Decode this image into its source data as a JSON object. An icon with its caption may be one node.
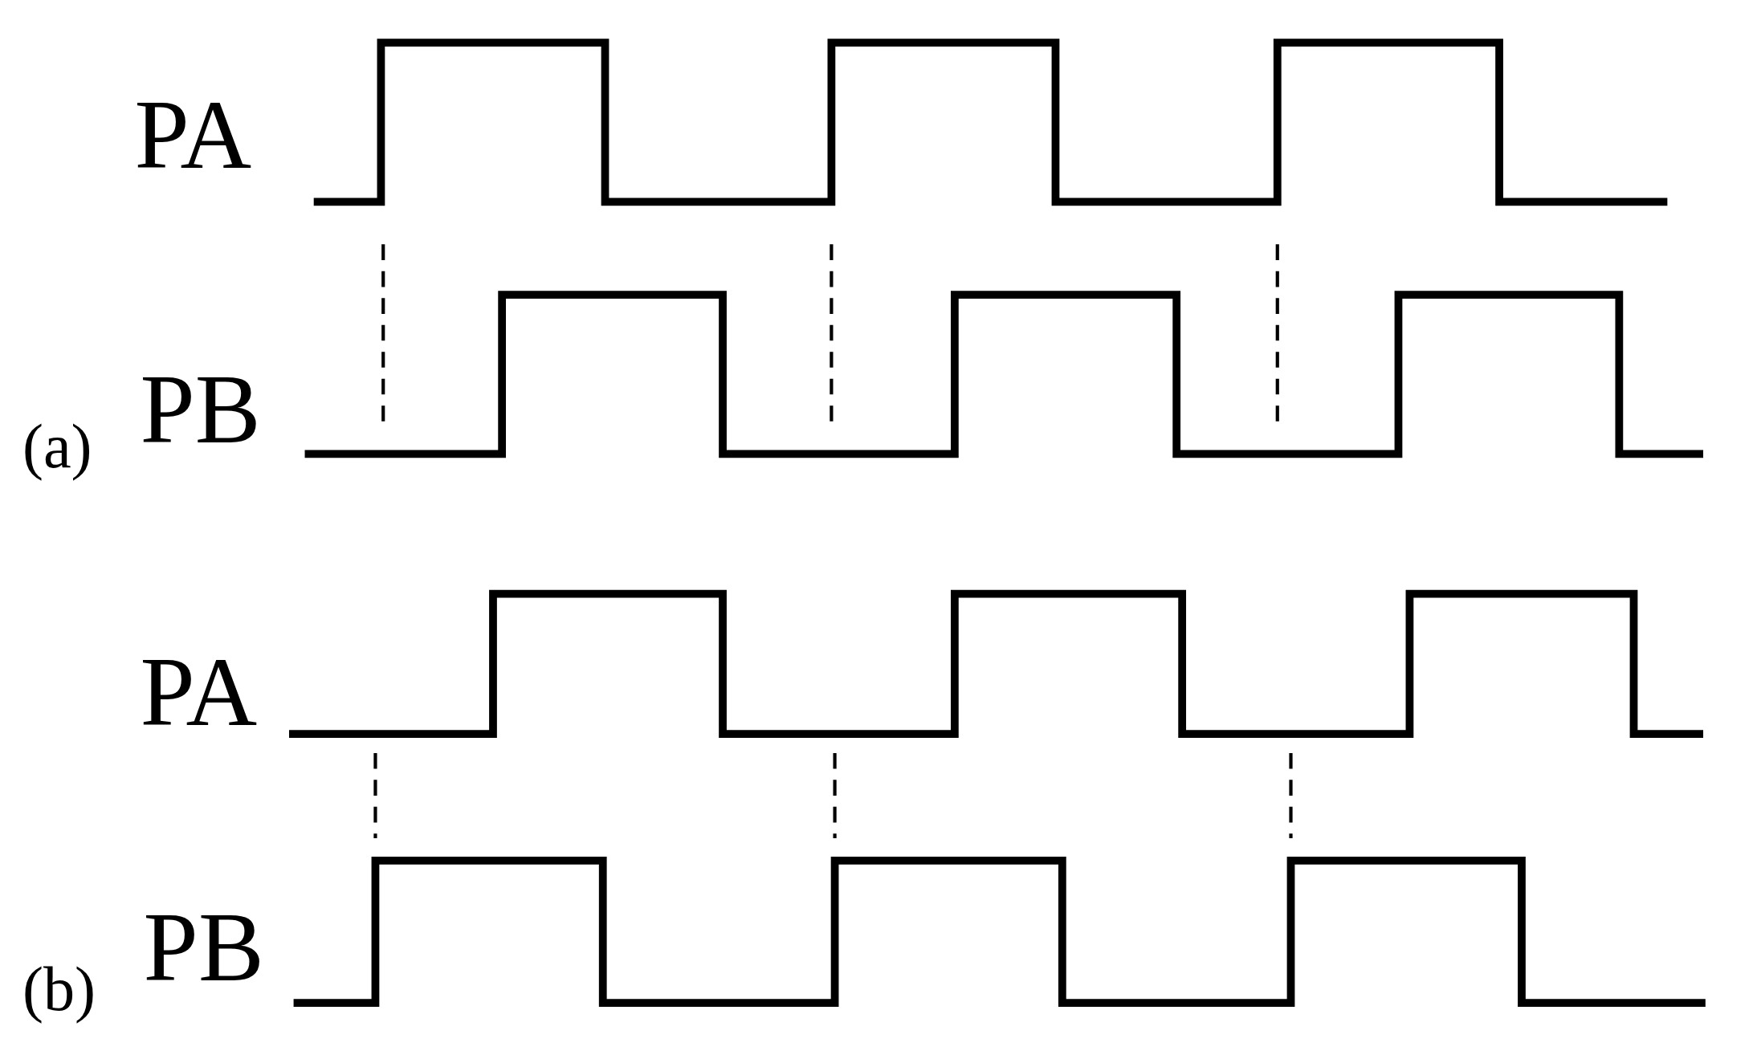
{
  "diagram": {
    "labels": [
      "PA",
      "(a)",
      "PB",
      "PA",
      "(b)",
      "PB"
    ]
  }
}
